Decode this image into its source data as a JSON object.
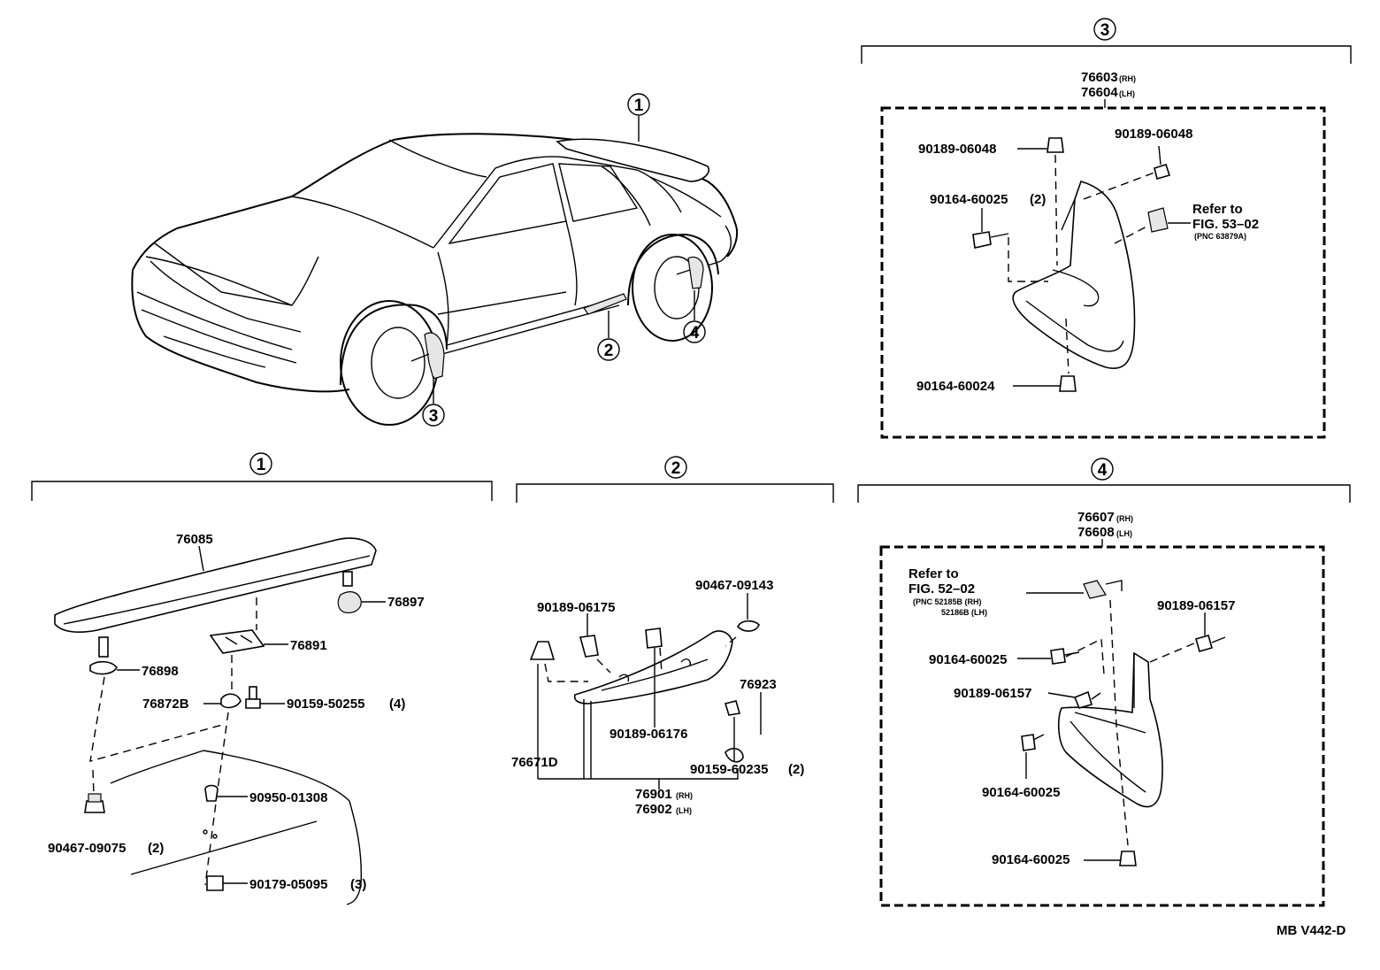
{
  "diagram": {
    "drawing_code": "MB V442-D",
    "callouts": [
      "1",
      "2",
      "3",
      "4"
    ],
    "section_1": {
      "number": "1",
      "parts": {
        "spoiler": "76085",
        "cap_rh": "76897",
        "bracket": "76891",
        "cap_lh": "76898",
        "pad": "76872B",
        "bolt": "90159-50255",
        "bolt_qty": "(4)",
        "nut": "90467-09075",
        "nut_qty": "(2)",
        "grommet": "90950-01308",
        "nut2": "90179-05095",
        "nut2_qty": "(3)"
      }
    },
    "section_2": {
      "number": "2",
      "parts": {
        "clip_a": "90467-09143",
        "clip_b": "90189-06175",
        "cover": "76923",
        "clip_c": "90189-06176",
        "clip_d": "76671D",
        "screw": "90159-60235",
        "screw_qty": "(2)",
        "mudguard_rh": "76901",
        "mudguard_lh": "76902",
        "rh": "(RH)",
        "lh": "(LH)"
      }
    },
    "section_3": {
      "number": "3",
      "parts": {
        "mudguard_rh": "76603",
        "mudguard_lh": "76604",
        "rh": "(RH)",
        "lh": "(LH)",
        "nut_left": "90189-06048",
        "nut_right": "90189-06048",
        "screw": "90164-60025",
        "screw_qty": "(2)",
        "screw_bottom": "90164-60024",
        "refer_label": "Refer to",
        "refer_fig": "FIG. 53–02",
        "refer_pnc": "(PNC 63879A)"
      }
    },
    "section_4": {
      "number": "4",
      "parts": {
        "mudguard_rh": "76607",
        "mudguard_lh": "76608",
        "rh": "(RH)",
        "lh": "(LH)",
        "refer_label": "Refer to",
        "refer_fig": "FIG. 52–02",
        "refer_pnc1": "(PNC 52185B (RH)",
        "refer_pnc2": "52186B (LH)",
        "screw_left": "90164-60025",
        "nut_right": "90189-06157",
        "nut_mid": "90189-06157",
        "screw_low": "90164-60025",
        "screw_bottom": "90164-60025"
      }
    }
  }
}
